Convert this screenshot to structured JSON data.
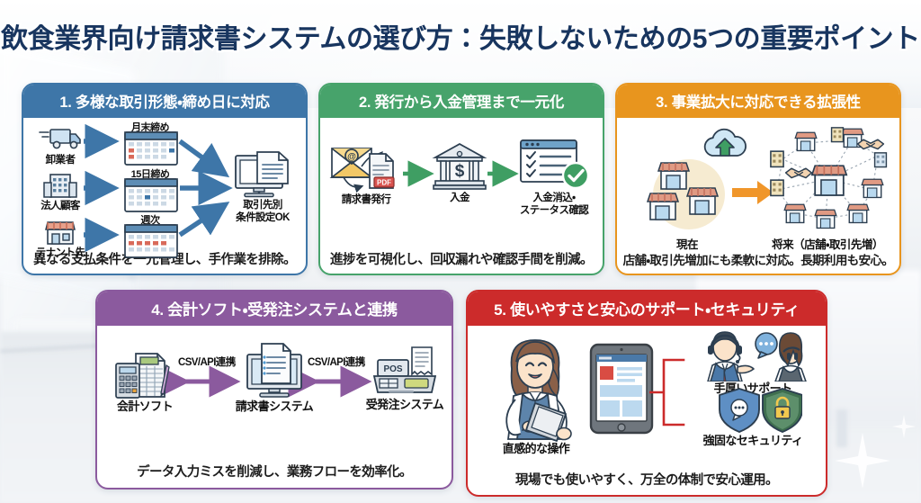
{
  "page": {
    "title": "飲食業界向け請求書システムの選び方：失敗しないための5つの重要ポイント",
    "title_color": "#18355f",
    "background": "blurred bright office interior"
  },
  "colors": {
    "card1": "#3e76a8",
    "card2": "#47a36b",
    "card3": "#e8951e",
    "card4": "#8b5a9e",
    "card5": "#cc2b2b"
  },
  "cards": [
    {
      "number": "1.",
      "heading": "1. 多様な取引形態・締め日に対応",
      "accent": "#3e76a8",
      "sources": [
        {
          "icon": "truck-icon",
          "label": "卸業者"
        },
        {
          "icon": "office-building-icon",
          "label": "法人顧客"
        },
        {
          "icon": "storefront-icon",
          "label": "テナント先"
        }
      ],
      "cycles": [
        {
          "icon": "calendar-icon",
          "label": "月末締め"
        },
        {
          "icon": "calendar-icon",
          "label": "15日締め"
        },
        {
          "icon": "calendar-icon",
          "label": "週次"
        }
      ],
      "result": {
        "icon": "desktop-monitor-icon",
        "label_line1": "取引先別",
        "label_line2": "条件設定OK"
      },
      "caption": "異なる支払条件を一元管理し、手作業を排除。"
    },
    {
      "number": "2.",
      "heading": "2. 発行から入金管理まで一元化",
      "accent": "#47a36b",
      "steps": [
        {
          "icon": "envelope-pdf-icon",
          "label_line1": "請求書発行",
          "label_line2": ""
        },
        {
          "icon": "bank-icon",
          "label_line1": "入金",
          "label_line2": ""
        },
        {
          "icon": "checklist-approved-icon",
          "label_line1": "入金消込・",
          "label_line2": "ステータス確認"
        }
      ],
      "caption": "進捗を可視化し、回収漏れや確認手間を削減。"
    },
    {
      "number": "3.",
      "heading": "3. 事業拡大に対応できる拡張性",
      "accent": "#e8951e",
      "before": {
        "icon": "shops-cluster-icon",
        "label": "現在"
      },
      "after": {
        "icon": "shop-network-icon",
        "label": "将来（店舗・取引先増）"
      },
      "cloud_icon": "cloud-upload-icon",
      "caption": "店舗・取引先増加にも柔軟に対応。長期利用も安心。"
    },
    {
      "number": "4.",
      "heading": "4. 会計ソフト・受発注システムと連携",
      "accent": "#8b5a9e",
      "nodes": [
        {
          "icon": "calculator-ledger-icon",
          "label": "会計ソフト"
        },
        {
          "icon": "invoice-monitor-icon",
          "label": "請求書システム"
        },
        {
          "icon": "pos-register-icon",
          "label": "受発注システム"
        }
      ],
      "connectors": [
        {
          "label": "CSV/API連携"
        },
        {
          "label": "CSV/API連携"
        }
      ],
      "caption": "データ入力ミスを削減し、業務フローを効率化。"
    },
    {
      "number": "5.",
      "heading": "5. 使いやすさと安心のサポート・セキュリティ",
      "accent": "#cc2b2b",
      "left": {
        "icon": "woman-tablet-icon",
        "label": "直感的な操作"
      },
      "device_icon": "tablet-icon",
      "branches": [
        {
          "icon": "support-agents-icon",
          "label": "手厚いサポート"
        },
        {
          "icon": "security-shields-icon",
          "label": "強固なセキュリティ"
        }
      ],
      "caption": "現場でも使いやすく、万全の体制で安心運用。"
    }
  ]
}
